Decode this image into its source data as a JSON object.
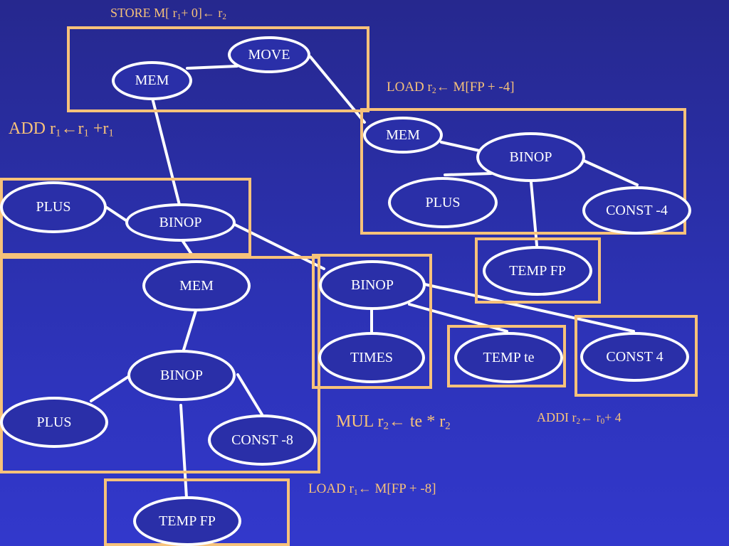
{
  "colors": {
    "background": "#2a2fa8",
    "box": "#f7c27a",
    "edge": "#ffffff",
    "node_text": "#ffffff",
    "label": "#f7c27a"
  },
  "nodes": {
    "move": "MOVE",
    "mem_top": "MEM",
    "mem_right": "MEM",
    "binop_right": "BINOP",
    "plus_right": "PLUS",
    "const_neg4": "CONST -4",
    "temp_fp_right": "TEMP FP",
    "plus_left": "PLUS",
    "binop_left": "BINOP",
    "binop_mid": "BINOP",
    "times": "TIMES",
    "temp_te": "TEMP te",
    "const_4": "CONST 4",
    "mem_lower": "MEM",
    "binop_lower": "BINOP",
    "plus_lower": "PLUS",
    "const_neg8": "CONST -8",
    "temp_fp_bottom": "TEMP FP"
  },
  "labels": {
    "store": {
      "op": "STORE M[ r",
      "s1": "1",
      "mid": "+ 0]",
      "arrow": "←",
      "r": " r",
      "s2": "2"
    },
    "load_r2": {
      "op": "LOAD r",
      "s1": "2",
      "arrow": "←",
      "rest": " M[FP + -4]"
    },
    "add": {
      "op": "ADD r",
      "s1": "1",
      "arrow": "←",
      "r": "r",
      "s2": "1",
      "plus": " +r",
      "s3": "1"
    },
    "mul": {
      "op": "MUL r",
      "s1": "2",
      "arrow": "←",
      "rest": " te * r",
      "s2": "2"
    },
    "addi": {
      "op": "ADDI r",
      "s1": "2",
      "arrow": "←",
      "r": " r",
      "s2": "0",
      "rest": "+ 4"
    },
    "load_r1": {
      "op": "LOAD r",
      "s1": "1",
      "arrow": "←",
      "rest": " M[FP + -8]"
    }
  }
}
